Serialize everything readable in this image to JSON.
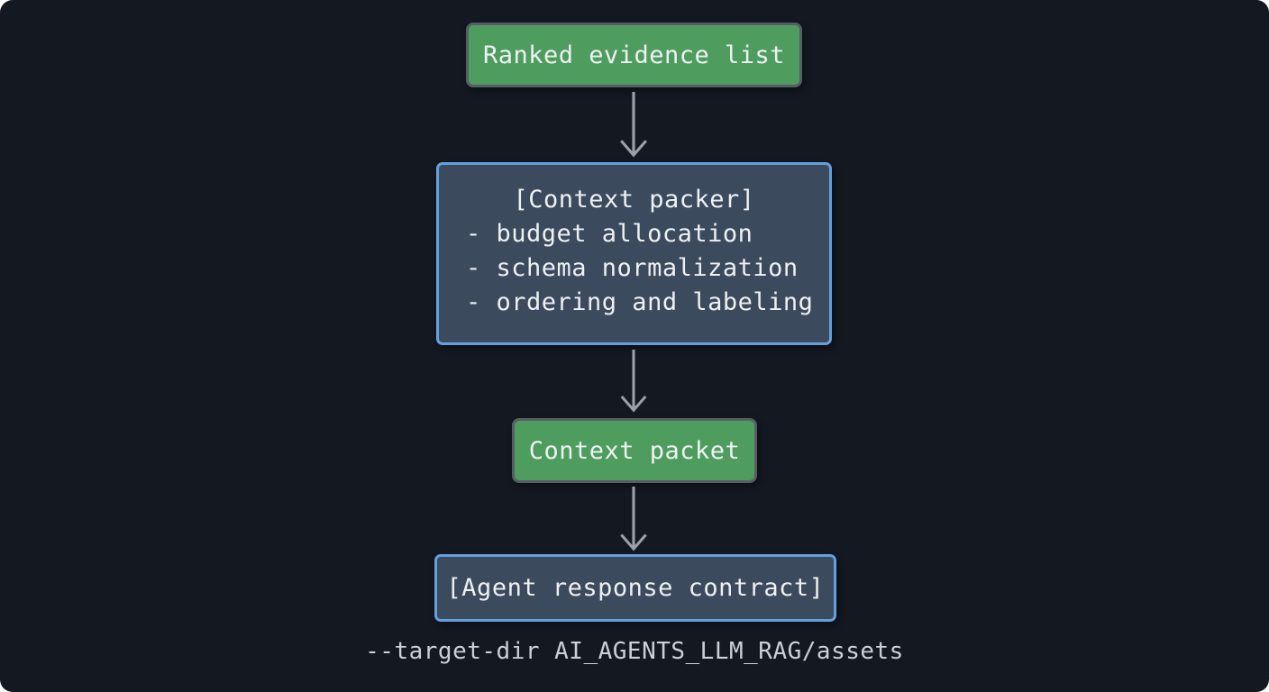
{
  "colors": {
    "page_bg": "#ffffff",
    "surface_bg": "#141821",
    "green_fill": "#4e9d5f",
    "green_border": "#565d64",
    "blue_fill": "#3b4a5d",
    "blue_border": "#64a0e0",
    "arrow": "#9aa1a9",
    "text": "#eef1f3",
    "caption_text": "#ccd0d5"
  },
  "diagram": {
    "nodes": [
      {
        "id": "ranked-evidence-list",
        "label": "Ranked evidence list"
      },
      {
        "id": "context-packer",
        "title": "[Context packer]",
        "items": [
          "- budget allocation",
          "- schema normalization",
          "- ordering and labeling"
        ]
      },
      {
        "id": "context-packet",
        "label": "Context packet"
      },
      {
        "id": "agent-response-contract",
        "label": "[Agent response contract]"
      }
    ],
    "caption": "--target-dir AI_AGENTS_LLM_RAG/assets"
  }
}
